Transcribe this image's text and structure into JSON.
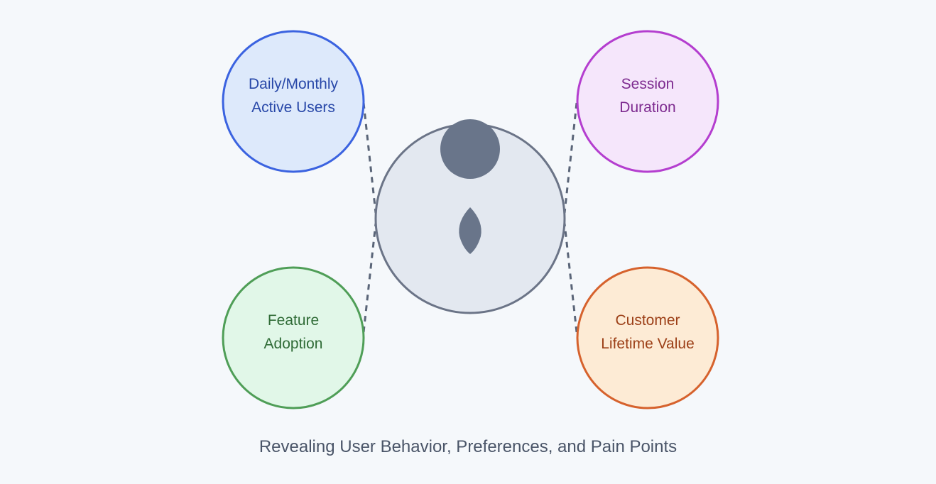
{
  "metrics": [
    {
      "label": "Daily/Monthly\nActive Users",
      "stroke": "#3b63e0",
      "fill": "#dde9fb",
      "text_color": "#2747a8"
    },
    {
      "label": "Session\nDuration",
      "stroke": "#b43ecf",
      "fill": "#f5e6fb",
      "text_color": "#7d2a8f"
    },
    {
      "label": "Feature\nAdoption",
      "stroke": "#4f9e57",
      "fill": "#e1f7e8",
      "text_color": "#2f6b36"
    },
    {
      "label": "Customer\nLifetime Value",
      "stroke": "#d6622d",
      "fill": "#fdebd5",
      "text_color": "#9c3f17"
    }
  ],
  "center": {
    "icon": "user-icon",
    "stroke": "#6b7487",
    "fill": "#e3e8f0",
    "icon_color": "#69758a"
  },
  "connector_color": "#5a6578",
  "caption": "Revealing User Behavior, Preferences, and Pain Points"
}
